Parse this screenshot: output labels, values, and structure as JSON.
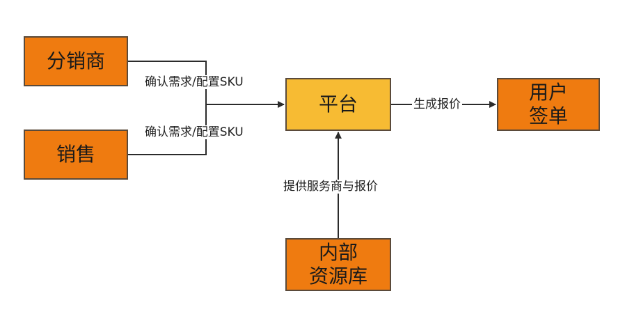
{
  "nodes": {
    "distributor": {
      "lines": [
        "分销商"
      ],
      "color": "#ef7b10"
    },
    "sales": {
      "lines": [
        "销售"
      ],
      "color": "#ef7b10"
    },
    "platform": {
      "lines": [
        "平台"
      ],
      "color": "#f7bb33"
    },
    "user_sign": {
      "lines": [
        "用户",
        "签单"
      ],
      "color": "#ef7b10"
    },
    "internal_resource": {
      "lines": [
        "内部",
        "资源库"
      ],
      "color": "#ef7b10"
    }
  },
  "edges": {
    "distributor_to_platform": "确认需求/配置SKU",
    "sales_to_platform": "确认需求/配置SKU",
    "platform_to_user": "生成报价",
    "resource_to_platform": "提供服务商与报价"
  }
}
